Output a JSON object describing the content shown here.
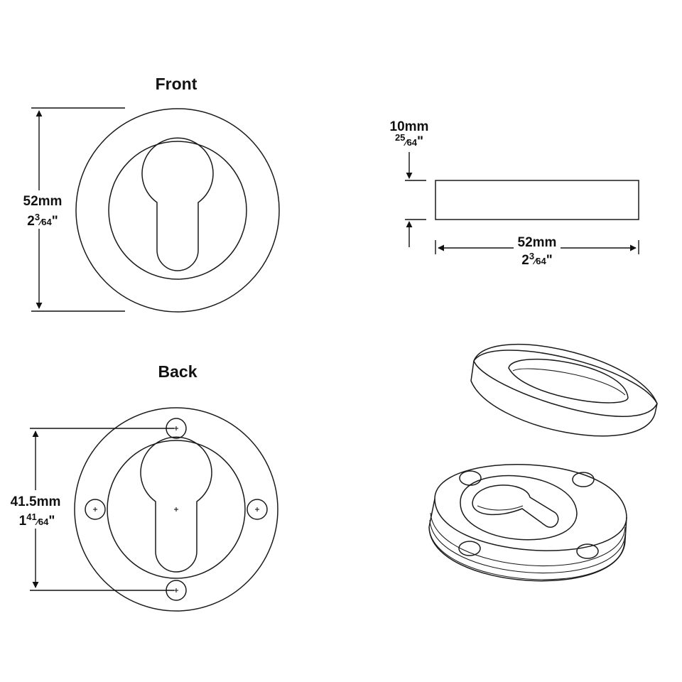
{
  "views": {
    "front": {
      "title": "Front"
    },
    "back": {
      "title": "Back"
    }
  },
  "dimensions": {
    "front_diameter": {
      "metric": "52mm",
      "whole": "2",
      "num": "3",
      "den": "64",
      "inch": "\""
    },
    "side_thickness": {
      "metric": "10mm",
      "whole": "",
      "num": "25",
      "den": "64",
      "inch": "\""
    },
    "side_diameter": {
      "metric": "52mm",
      "whole": "2",
      "num": "3",
      "den": "64",
      "inch": "\""
    },
    "back_hole_spacing": {
      "metric": "41.5mm",
      "whole": "1",
      "num": "41",
      "den": "64",
      "inch": "\""
    }
  },
  "colors": {
    "line": "#1a1a1a",
    "background": "#ffffff"
  }
}
